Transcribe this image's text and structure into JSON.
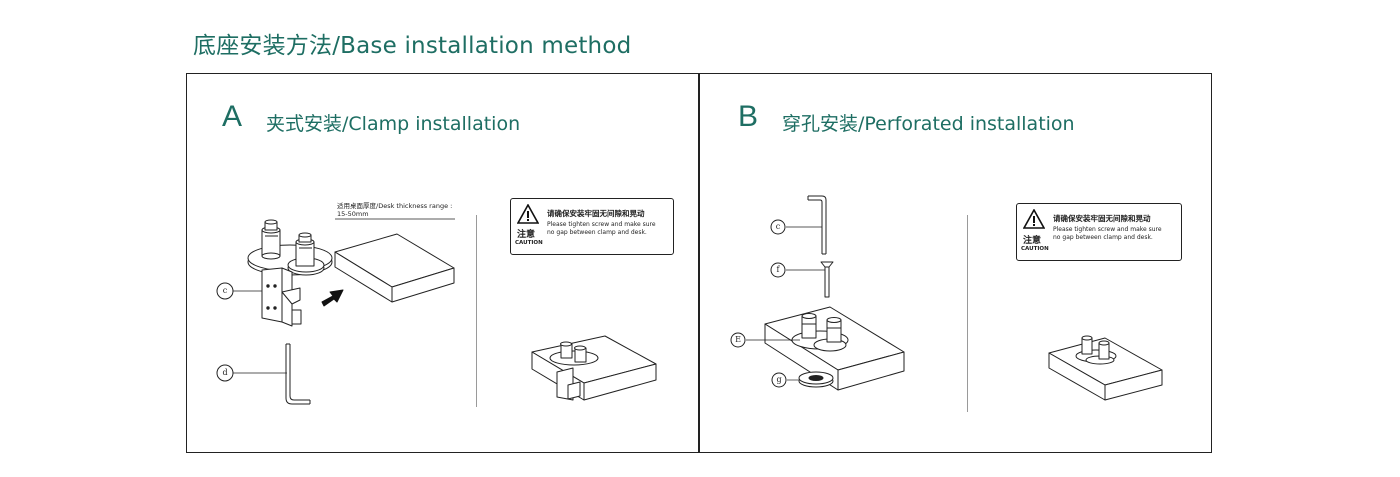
{
  "page_title": "底座安装方法/Base installation method",
  "section_a": {
    "letter": "A",
    "title": "夹式安装/Clamp installation",
    "thickness_line1": "适用桌面厚度/Desk thickness range :",
    "thickness_line2": "15-50mm",
    "callout_c": "c",
    "callout_d": "d",
    "caution": {
      "zh_note": "注意",
      "en_note": "CAUTION",
      "zh_msg": "请确保安装牢固无间隙和晃动",
      "en_msg_line1": "Please tighten screw and make sure",
      "en_msg_line2": "no gap between clamp and desk."
    }
  },
  "section_b": {
    "letter": "B",
    "title": "穿孔安装/Perforated installation",
    "callout_c": "c",
    "callout_f": "f",
    "callout_e": "E",
    "callout_g": "g",
    "caution": {
      "zh_note": "注意",
      "en_note": "CAUTION",
      "zh_msg": "请确保安装牢固无间隙和晃动",
      "en_msg_line1": "Please tighten screw and make sure",
      "en_msg_line2": "no gap between clamp and desk."
    }
  }
}
